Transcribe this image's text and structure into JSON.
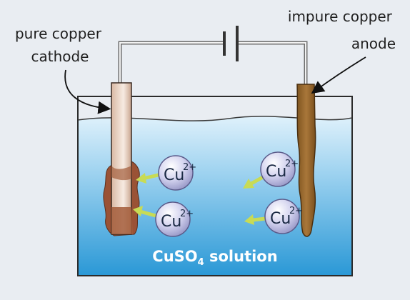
{
  "labels": {
    "cathode_line1": "pure copper",
    "cathode_line2": "cathode",
    "anode_line1": "impure copper",
    "anode_line2": "anode"
  },
  "ions": [
    {
      "symbol": "Cu",
      "charge": "2+"
    },
    {
      "symbol": "Cu",
      "charge": "2+"
    },
    {
      "symbol": "Cu",
      "charge": "2+"
    },
    {
      "symbol": "Cu",
      "charge": "2+"
    }
  ],
  "solution": {
    "formula_main": "CuSO",
    "formula_subscript": "4",
    "word": " solution"
  },
  "colors": {
    "background": "#e9edf2",
    "solution_top": "#cfe8f6",
    "solution_bottom": "#2b9bd8",
    "cathode": "#e9cdbb",
    "copper_deposit": "#9a5235",
    "anode": "#9a6a2e",
    "ion_fill": "#c9c9ec",
    "arrow": "#c8db55",
    "wire": "#707070"
  }
}
